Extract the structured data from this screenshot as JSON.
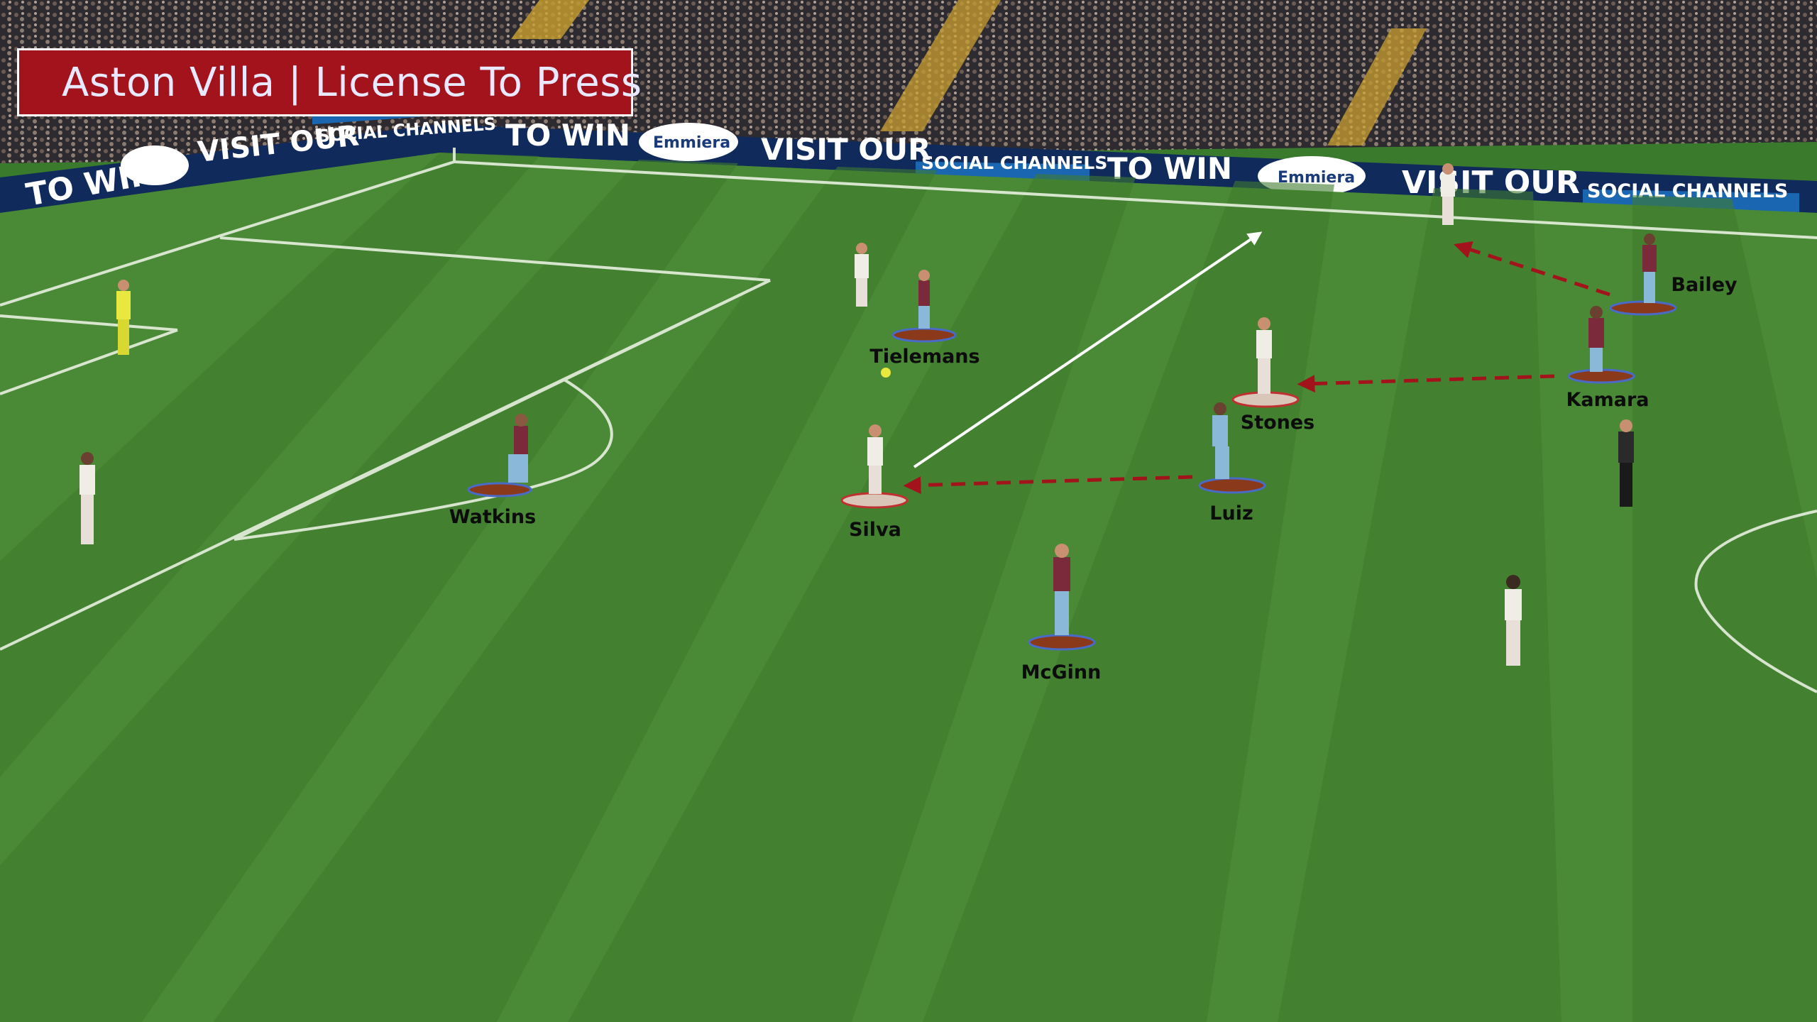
{
  "overlay": {
    "title": "Aston Villa | License To Press",
    "accent_color": "#a3131c"
  },
  "players": {
    "tielemans": "Tielemans",
    "watkins": "Watkins",
    "silva": "Silva",
    "stones": "Stones",
    "luiz": "Luiz",
    "kamara": "Kamara",
    "bailey": "Bailey",
    "mcginn": "McGinn"
  },
  "ad_boards": {
    "visit_our": "VISIT OUR",
    "social_channels": "SOCIAL CHANNELS",
    "to_win": "TO WIN",
    "sponsor": "Emmiera"
  },
  "colors": {
    "pitch_light": "#4a8a36",
    "pitch_dark": "#3e7a2d",
    "press_arrow": "#a3131c",
    "pass_arrow": "#ffffff",
    "villa_marker": "#8a3a1a",
    "city_marker": "#d9c6b8"
  }
}
